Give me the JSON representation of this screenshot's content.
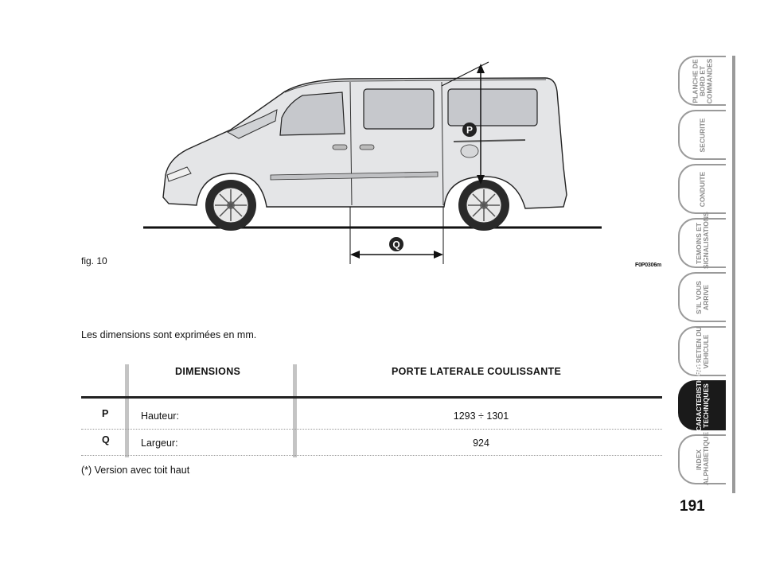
{
  "figure": {
    "label": "fig. 10",
    "code": "F0P0306m",
    "markers": {
      "p": "P",
      "q": "Q"
    }
  },
  "intro": "Les dimensions sont exprimées en mm.",
  "table": {
    "headers": [
      "DIMENSIONS",
      "PORTE LATERALE COULISSANTE"
    ],
    "rows": [
      {
        "key": "P",
        "label": "Hauteur:",
        "value": "1293 ÷ 1301"
      },
      {
        "key": "Q",
        "label": "Largeur:",
        "value": "924"
      }
    ]
  },
  "note": "(*) Version avec toit haut",
  "nav": {
    "tabs": [
      {
        "label": "PLANCHE DE\nBORD ET\nCOMMANDES",
        "active": false
      },
      {
        "label": "SECURITE",
        "active": false
      },
      {
        "label": "CONDUITE",
        "active": false
      },
      {
        "label": "TEMOINS ET\nSIGNALISATIONS",
        "active": false
      },
      {
        "label": "S’IL VOUS\nARRIVE",
        "active": false
      },
      {
        "label": "ENTRETIEN DU\nVEHICULE",
        "active": false
      },
      {
        "label": "CARACTERISTIQUES\nTECHNIQUES",
        "active": true
      },
      {
        "label": "INDEX\nALPHABETIQUE",
        "active": false
      }
    ]
  },
  "page_number": "191"
}
